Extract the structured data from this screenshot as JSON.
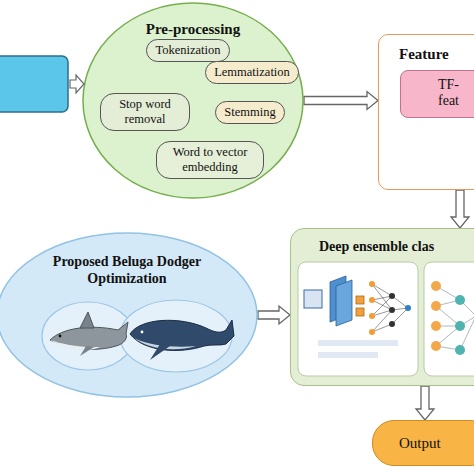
{
  "diagram": {
    "nodes": [
      {
        "text": [
          "Pre-processing"
        ]
      },
      {
        "text": [
          "Tokenization"
        ],
        "in": 0
      },
      {
        "text": [
          "Lemmatization"
        ],
        "in": 0
      },
      {
        "text": [
          "Stop word removal"
        ],
        "in": 0
      },
      {
        "text": [
          "Stemming"
        ],
        "in": 0
      },
      {
        "text": [
          "Word to vector embedding"
        ],
        "in": 0
      },
      {
        "text": [
          "Feature"
        ]
      },
      {
        "text": [
          "TF- feat"
        ],
        "in": 6
      },
      {
        "text": [
          "Proposed Beluga Dodger Optimization"
        ]
      },
      {
        "text": [
          "Deep ensemble clas"
        ]
      },
      {
        "text": [
          "Output"
        ]
      }
    ],
    "edges": [
      {
        "from": 0,
        "to": 6,
        "arrow": "to"
      },
      {
        "from": 6,
        "to": 9,
        "arrow": "to"
      },
      {
        "from": 8,
        "to": 9,
        "arrow": "to"
      },
      {
        "from": 9,
        "to": 10,
        "arrow": "to"
      }
    ]
  }
}
